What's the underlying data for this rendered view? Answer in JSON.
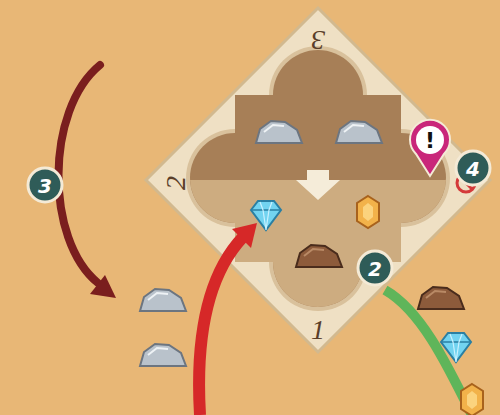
{
  "diagram": {
    "labels": [
      "3",
      "2",
      "1",
      "3",
      "2",
      "!",
      "4"
    ]
  }
}
